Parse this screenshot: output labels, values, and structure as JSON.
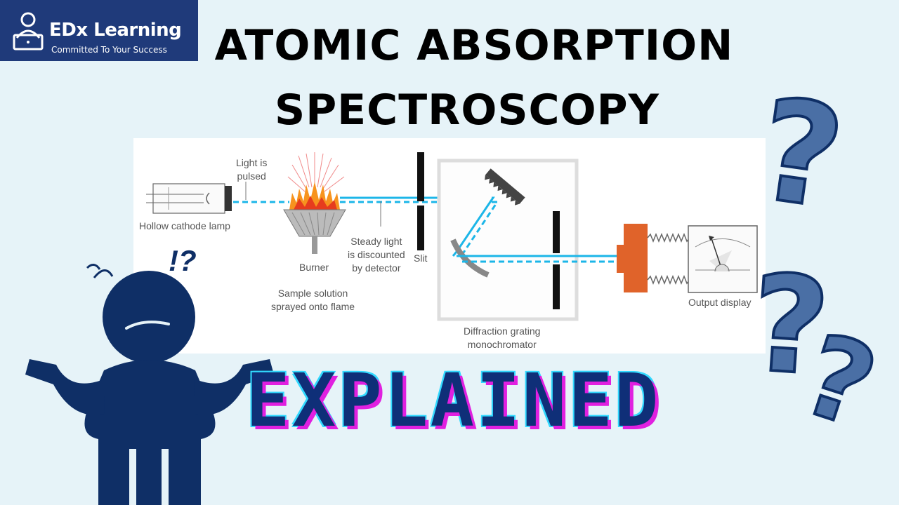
{
  "brand": {
    "name": "EDx Learning",
    "tagline": "Committed To Your Success",
    "icon": "person-laptop-icon",
    "color": "#1f3a7a"
  },
  "title": {
    "line1": "ATOMIC ABSORPTION",
    "line2": "SPECTROSCOPY"
  },
  "diagram": {
    "labels": {
      "lamp": "Hollow cathode lamp",
      "pulsed": "Light is\npulsed",
      "burner": "Burner",
      "sample": "Sample solution\nsprayed onto flame",
      "steady": "Steady light\nis discounted\nby detector",
      "slit": "Slit",
      "grating": "Diffraction grating\nmonochromator",
      "output": "Output display"
    },
    "colors": {
      "beam": "#1cb6e8",
      "detector": "#e0632a",
      "flame": "#f7931e"
    }
  },
  "overlay": {
    "interrobang": "!?",
    "explained": "EXPLAINED",
    "question_marks": [
      "?",
      "?",
      "?"
    ]
  },
  "colors": {
    "background": "#e6f3f8",
    "figure": "#0f2f66",
    "question": "#4a6fa5"
  }
}
